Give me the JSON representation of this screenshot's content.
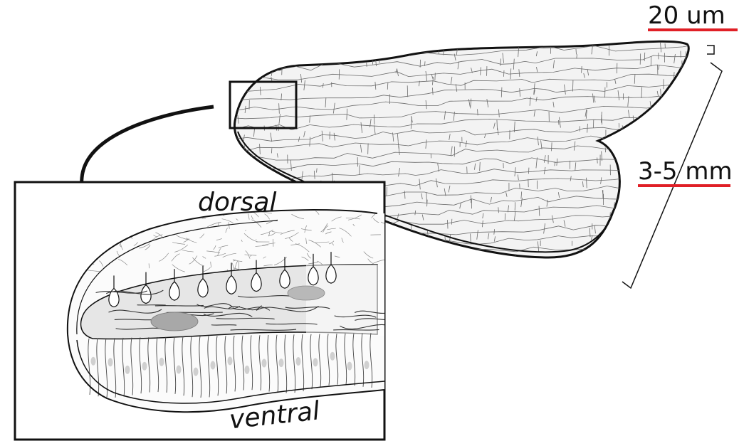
{
  "labels": {
    "scale_small": "20 um",
    "scale_large": "3-5 mm",
    "dorsal": "dorsal",
    "ventral": "ventral"
  },
  "colors": {
    "outline": "#111111",
    "scale_bar": "#e01f26",
    "body_fill": "#f2f2f2",
    "cell_line": "#555555",
    "gut_fill": "#cfcfcf"
  },
  "icons": {
    "zoom_arrow": "curved-arrow-icon"
  }
}
